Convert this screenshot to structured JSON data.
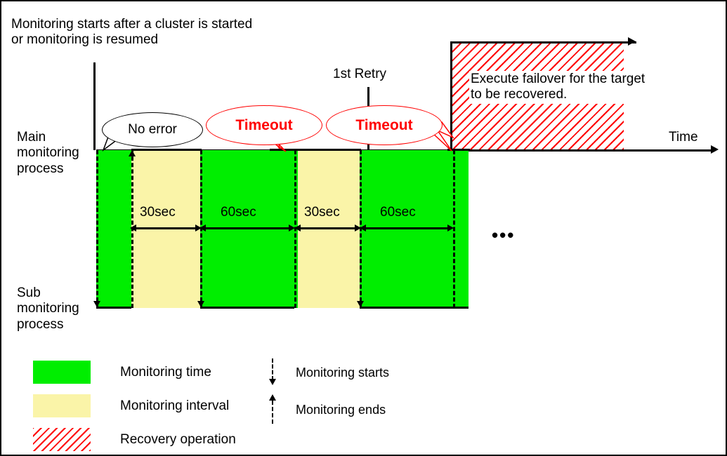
{
  "diagram": {
    "headline": "Monitoring starts after a cluster is started\nor monitoring is resumed",
    "time_axis_label": "Time",
    "retry_label": "1st Retry",
    "recovery_note": "Execute failover for the target\nto be recovered.",
    "ellipsis": "•••",
    "lanes": [
      {
        "id": "main",
        "label": "Main\nmonitoring\nprocess"
      },
      {
        "id": "sub",
        "label": "Sub\nmonitoring\nprocess"
      }
    ],
    "callouts": [
      {
        "id": "no-error",
        "text": "No error",
        "style": "black"
      },
      {
        "id": "timeout-1",
        "text": "Timeout",
        "style": "red"
      },
      {
        "id": "timeout-2",
        "text": "Timeout",
        "style": "red"
      }
    ],
    "segments": [
      {
        "kind": "monitoring",
        "label": ""
      },
      {
        "kind": "interval",
        "label": "30sec"
      },
      {
        "kind": "monitoring",
        "label": "60sec"
      },
      {
        "kind": "interval",
        "label": "30sec"
      },
      {
        "kind": "monitoring",
        "label": "60sec"
      }
    ],
    "durations": [
      {
        "id": "d1",
        "value": "30sec"
      },
      {
        "id": "d2",
        "value": "60sec"
      },
      {
        "id": "d3",
        "value": "30sec"
      },
      {
        "id": "d4",
        "value": "60sec"
      }
    ],
    "legend": {
      "swatches": [
        {
          "id": "monitoring-time",
          "label": "Monitoring time",
          "color": "#00ee00"
        },
        {
          "id": "monitoring-interval",
          "label": "Monitoring interval",
          "color": "#faf4a8"
        },
        {
          "id": "recovery-operation",
          "label": "Recovery operation",
          "color": "#ff0000"
        }
      ],
      "markers": [
        {
          "id": "monitoring-starts",
          "label": "Monitoring starts",
          "direction": "down"
        },
        {
          "id": "monitoring-ends",
          "label": "Monitoring ends",
          "direction": "up"
        }
      ]
    },
    "colors": {
      "monitoring": "#00ee00",
      "interval": "#faf4a8",
      "recovery": "#ff0000",
      "line": "#000000",
      "background": "#ffffff"
    }
  }
}
